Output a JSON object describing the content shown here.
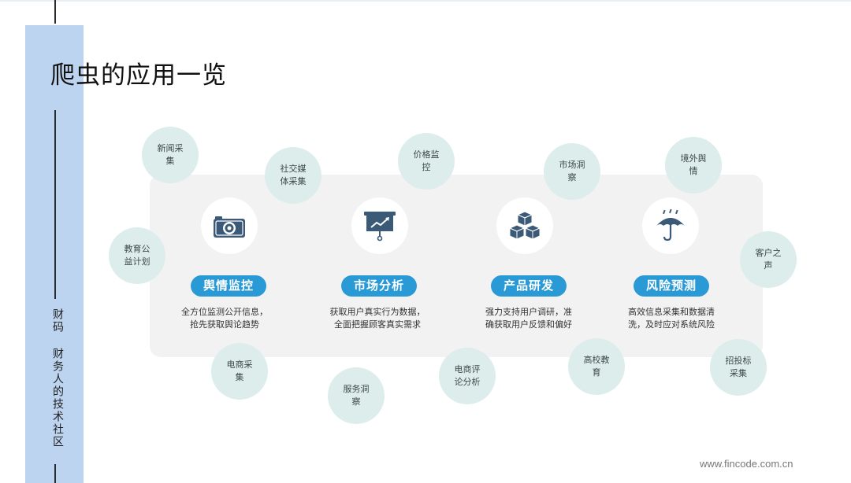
{
  "slide": {
    "title": "爬虫的应用一览",
    "side_label": "财码 财务人的技术社区",
    "footer_url": "www.fincode.com.cn"
  },
  "features": [
    {
      "label": "舆情监控",
      "icon": "camera-icon",
      "desc_line1": "全方位监测公开信息，",
      "desc_line2": "抢先获取舆论趋势"
    },
    {
      "label": "市场分析",
      "icon": "presentation-chart-icon",
      "desc_line1": "获取用户真实行为数据，",
      "desc_line2": "全面把握顾客真实需求"
    },
    {
      "label": "产品研发",
      "icon": "cubes-icon",
      "desc_line1": "强力支持用户调研，准",
      "desc_line2": "确获取用户反馈和偏好"
    },
    {
      "label": "风险预测",
      "icon": "umbrella-rain-icon",
      "desc_line1": "高效信息采集和数据清",
      "desc_line2": "洗，及时应对系统风险"
    }
  ],
  "bubbles": [
    "新闻采集",
    "社交媒体采集",
    "价格监控",
    "市场洞察",
    "境外舆情",
    "教育公益计划",
    "客户之声",
    "电商采集",
    "服务洞察",
    "电商评论分析",
    "高校教育",
    "招投标采集"
  ],
  "colors": {
    "sidebar": "#bcd4ef",
    "bubble": "#dcedec",
    "pill": "#2a9ad6",
    "icon": "#3a5a78",
    "panel": "#f2f2f2"
  }
}
